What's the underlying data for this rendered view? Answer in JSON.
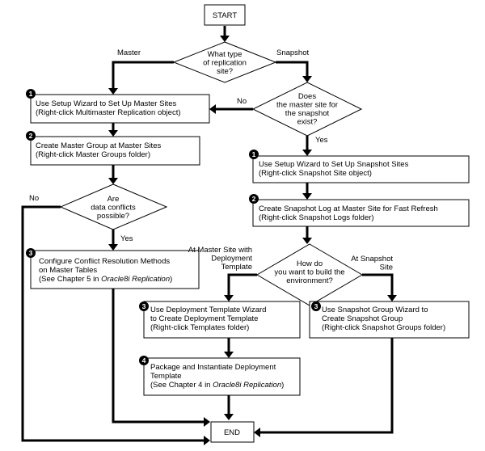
{
  "nodes": {
    "start": {
      "lines": [
        "START"
      ]
    },
    "end": {
      "lines": [
        "END"
      ]
    },
    "q_type": {
      "lines": [
        "What type",
        "of replication",
        "site?"
      ]
    },
    "q_master_exists": {
      "lines": [
        "Does",
        "the master site for",
        "the snapshot",
        "exist?"
      ]
    },
    "q_conflicts": {
      "lines": [
        "Are",
        "data conflicts",
        "possible?"
      ]
    },
    "q_build": {
      "lines": [
        "How do",
        "you want to build the",
        "environment?"
      ]
    },
    "setup_master": {
      "badge": "1",
      "lines": [
        "Use Setup Wizard to Set Up Master Sites",
        "(Right-click Multimaster Replication object)"
      ]
    },
    "master_group": {
      "badge": "2",
      "lines": [
        "Create Master Group at Master Sites",
        "(Right-click Master Groups folder)"
      ]
    },
    "conflict_res": {
      "badge": "3",
      "lines": [
        "Configure Conflict Resolution Methods",
        "on Master Tables",
        "(See Chapter 5 in |Oracle8i Replication|)"
      ]
    },
    "setup_snapshot": {
      "badge": "1",
      "lines": [
        "Use Setup Wizard to Set Up Snapshot Sites",
        "(Right-click Snapshot Site object)"
      ]
    },
    "snapshot_log": {
      "badge": "2",
      "lines": [
        "Create Snapshot Log at Master Site for Fast Refresh",
        "(Right-click Snapshot Logs folder)"
      ]
    },
    "deploy_template": {
      "badge": "3",
      "lines": [
        "Use Deployment Template Wizard",
        "to Create Deployment Template",
        "(Right-click Templates folder)"
      ]
    },
    "snapshot_group": {
      "badge": "3",
      "lines": [
        "Use Snapshot Group Wizard to",
        "Create Snapshot Group",
        "(Right-click Snapshot Groups folder)"
      ]
    },
    "package": {
      "badge": "4",
      "lines": [
        "Package and Instantiate Deployment",
        "Template",
        "(See Chapter 4 in |Oracle8i Replication|)"
      ]
    }
  },
  "edge_labels": {
    "master": "Master",
    "snapshot": "Snapshot",
    "no_exists": "No",
    "yes_exists": "Yes",
    "no_conflicts": "No",
    "yes_conflicts": "Yes",
    "at_master_site": [
      "At Master Site with",
      "Deployment",
      "Template"
    ],
    "at_snapshot_site": [
      "At Snapshot",
      "Site"
    ]
  }
}
